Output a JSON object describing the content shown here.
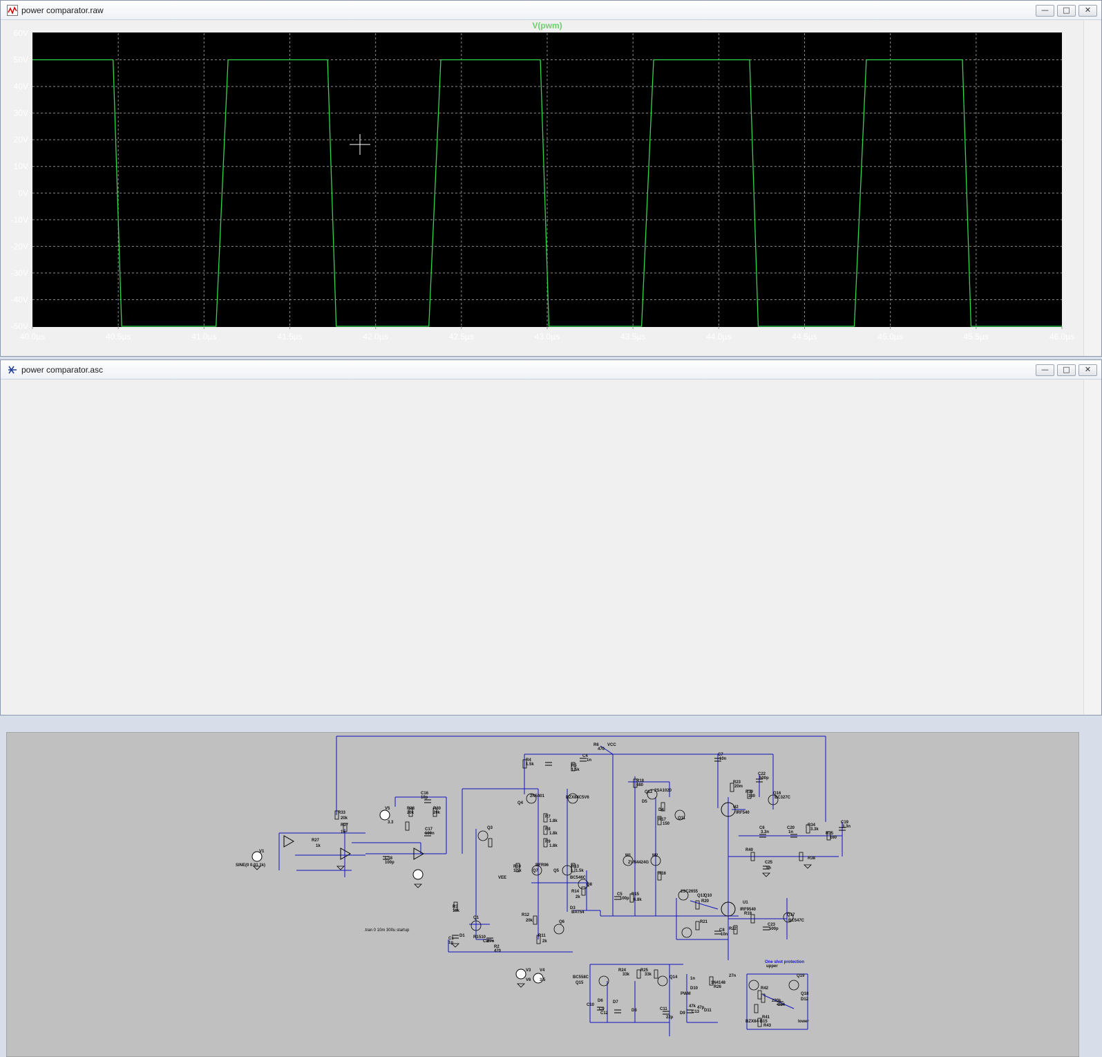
{
  "colors": {
    "trace": "#32d74b",
    "plot_bg": "#000000",
    "grid": "#8c8c8c",
    "wire": "#1010c0",
    "schematic_bg": "#c0c0c0",
    "title_accent": "#6bd16b"
  },
  "icons": {
    "waveform_window": "waveform-icon",
    "schematic_window": "schematic-icon",
    "minimize": "minimize-icon",
    "maximize": "maximize-icon",
    "close": "close-icon"
  },
  "waveform_window": {
    "title": "power comparator.raw",
    "buttons": [
      "—",
      "□",
      "✕"
    ]
  },
  "schematic_window": {
    "title": "power comparator.asc",
    "buttons": [
      "—",
      "□",
      "✕"
    ],
    "directive": ".tran 0 10m 300u startup",
    "note": "One shot protection",
    "labels": [
      {
        "text": "SINE(0 0.01 1k)"
      },
      {
        "text": "V1"
      },
      {
        "text": "R33"
      },
      {
        "text": "20k"
      },
      {
        "text": "R37"
      },
      {
        "text": "1k"
      },
      {
        "text": "C16"
      },
      {
        "text": "10p"
      },
      {
        "text": "R28"
      },
      {
        "text": "20k"
      },
      {
        "text": "R30"
      },
      {
        "text": "20k"
      },
      {
        "text": "V5"
      },
      {
        "text": "3.3"
      },
      {
        "text": "C17"
      },
      {
        "text": "100n"
      },
      {
        "text": "C18"
      },
      {
        "text": "100p"
      },
      {
        "text": "R27"
      },
      {
        "text": "1k"
      },
      {
        "text": "2N5401"
      },
      {
        "text": "Q4"
      },
      {
        "text": "Q3"
      },
      {
        "text": "R4"
      },
      {
        "text": "1.5k"
      },
      {
        "text": "R5"
      },
      {
        "text": "1.5k"
      },
      {
        "text": "C4"
      },
      {
        "text": "1n"
      },
      {
        "text": "R6"
      },
      {
        "text": "470"
      },
      {
        "text": "VCC"
      },
      {
        "text": "VEE"
      },
      {
        "text": "BZX84C5V6"
      },
      {
        "text": "R7"
      },
      {
        "text": "1.8k"
      },
      {
        "text": "R8"
      },
      {
        "text": "1.8k"
      },
      {
        "text": "R9"
      },
      {
        "text": "1.8k"
      },
      {
        "text": "BFR96"
      },
      {
        "text": "Q7"
      },
      {
        "text": "Q5"
      },
      {
        "text": "R10"
      },
      {
        "text": "1.5k"
      },
      {
        "text": "R13"
      },
      {
        "text": "1.5k"
      },
      {
        "text": "BC546C"
      },
      {
        "text": "Q8"
      },
      {
        "text": "R14"
      },
      {
        "text": "2k"
      },
      {
        "text": "D3"
      },
      {
        "text": "BAT54"
      },
      {
        "text": "R3"
      },
      {
        "text": "10k"
      },
      {
        "text": "Q1"
      },
      {
        "text": "C1"
      },
      {
        "text": "1p"
      },
      {
        "text": "D1"
      },
      {
        "text": "R1"
      },
      {
        "text": "510"
      },
      {
        "text": "C2"
      },
      {
        "text": "27n"
      },
      {
        "text": "R2"
      },
      {
        "text": "470"
      },
      {
        "text": "R12"
      },
      {
        "text": "20k"
      },
      {
        "text": "Q6"
      },
      {
        "text": "R11"
      },
      {
        "text": "2k"
      },
      {
        "text": "R18"
      },
      {
        "text": "680"
      },
      {
        "text": "D5"
      },
      {
        "text": "Q12"
      },
      {
        "text": "Q11"
      },
      {
        "text": "R16"
      },
      {
        "text": "R17"
      },
      {
        "text": "150"
      },
      {
        "text": "2SA1020"
      },
      {
        "text": "D4"
      },
      {
        "text": "M1"
      },
      {
        "text": "M2"
      },
      {
        "text": "ZVN4424G"
      },
      {
        "text": "R15"
      },
      {
        "text": "6.8k"
      },
      {
        "text": "C5"
      },
      {
        "text": "100p"
      },
      {
        "text": "C7"
      },
      {
        "text": "10n"
      },
      {
        "text": "R23"
      },
      {
        "text": "20m"
      },
      {
        "text": "C22"
      },
      {
        "text": "500p"
      },
      {
        "text": "R39"
      },
      {
        "text": "330"
      },
      {
        "text": "Q16"
      },
      {
        "text": "BC327C"
      },
      {
        "text": "U2"
      },
      {
        "text": "IRF540"
      },
      {
        "text": "C6"
      },
      {
        "text": "3.3n"
      },
      {
        "text": "C20"
      },
      {
        "text": "1n"
      },
      {
        "text": "R34"
      },
      {
        "text": "3.3k"
      },
      {
        "text": "C19"
      },
      {
        "text": "3.3n"
      },
      {
        "text": "R35"
      },
      {
        "text": "160"
      },
      {
        "text": "R38"
      },
      {
        "text": "R40"
      },
      {
        "text": "C25"
      },
      {
        "text": "5n"
      },
      {
        "text": "U1"
      },
      {
        "text": "IRF9540"
      },
      {
        "text": "Q13"
      },
      {
        "text": "Q10"
      },
      {
        "text": "2SC2655"
      },
      {
        "text": "R20"
      },
      {
        "text": "R21"
      },
      {
        "text": "R22"
      },
      {
        "text": "C8"
      },
      {
        "text": "10n"
      },
      {
        "text": "R19"
      },
      {
        "text": "C23"
      },
      {
        "text": "500p"
      },
      {
        "text": "Q17"
      },
      {
        "text": "BC547C"
      },
      {
        "text": "V3"
      },
      {
        "text": "V4"
      },
      {
        "text": "V6"
      },
      {
        "text": "3.5"
      },
      {
        "text": "BC558C"
      },
      {
        "text": "Q15"
      },
      {
        "text": "Q14"
      },
      {
        "text": "R24"
      },
      {
        "text": "33k"
      },
      {
        "text": "R25"
      },
      {
        "text": "33k"
      },
      {
        "text": "D6"
      },
      {
        "text": "D7"
      },
      {
        "text": "D8"
      },
      {
        "text": "D9"
      },
      {
        "text": "C9"
      },
      {
        "text": "C10"
      },
      {
        "text": "C11"
      },
      {
        "text": "C12"
      },
      {
        "text": "22p"
      },
      {
        "text": "1n"
      },
      {
        "text": "D10"
      },
      {
        "text": "1N4148"
      },
      {
        "text": "R26"
      },
      {
        "text": "47k"
      },
      {
        "text": "C13"
      },
      {
        "text": "47p"
      },
      {
        "text": "D11"
      },
      {
        "text": "BZX84-B15"
      },
      {
        "text": "R41"
      },
      {
        "text": "R42"
      },
      {
        "text": "R43"
      },
      {
        "text": "220k"
      },
      {
        "text": "C24"
      },
      {
        "text": "27n"
      },
      {
        "text": "Q19"
      },
      {
        "text": "Q18"
      },
      {
        "text": "D12"
      },
      {
        "text": "PWM"
      },
      {
        "text": "upper"
      },
      {
        "text": "lower"
      }
    ]
  },
  "chart_data": {
    "type": "line",
    "title": "V(pwm)",
    "xlabel": "",
    "ylabel": "",
    "xlim": [
      40.0,
      46.0
    ],
    "ylim": [
      -50,
      60
    ],
    "x_ticks": [
      "40.0µs",
      "40.5µs",
      "41.0µs",
      "41.5µs",
      "42.0µs",
      "42.5µs",
      "43.0µs",
      "43.5µs",
      "44.0µs",
      "44.5µs",
      "45.0µs",
      "45.5µs",
      "46.0µs"
    ],
    "y_ticks": [
      "60V",
      "50V",
      "40V",
      "30V",
      "20V",
      "10V",
      "0V",
      "-10V",
      "-20V",
      "-30V",
      "-40V",
      "-50V"
    ],
    "grid": true,
    "series": [
      {
        "name": "V(pwm)",
        "x": [
          40.0,
          40.47,
          40.52,
          41.07,
          41.14,
          41.72,
          41.77,
          42.31,
          42.38,
          42.96,
          43.01,
          43.55,
          43.62,
          44.18,
          44.23,
          44.79,
          44.86,
          45.42,
          45.47,
          46.0
        ],
        "y": [
          50,
          50,
          -50,
          -50,
          50,
          50,
          -50,
          -50,
          50,
          50,
          -50,
          -50,
          50,
          50,
          -50,
          -50,
          50,
          50,
          -50,
          -50
        ]
      }
    ]
  }
}
